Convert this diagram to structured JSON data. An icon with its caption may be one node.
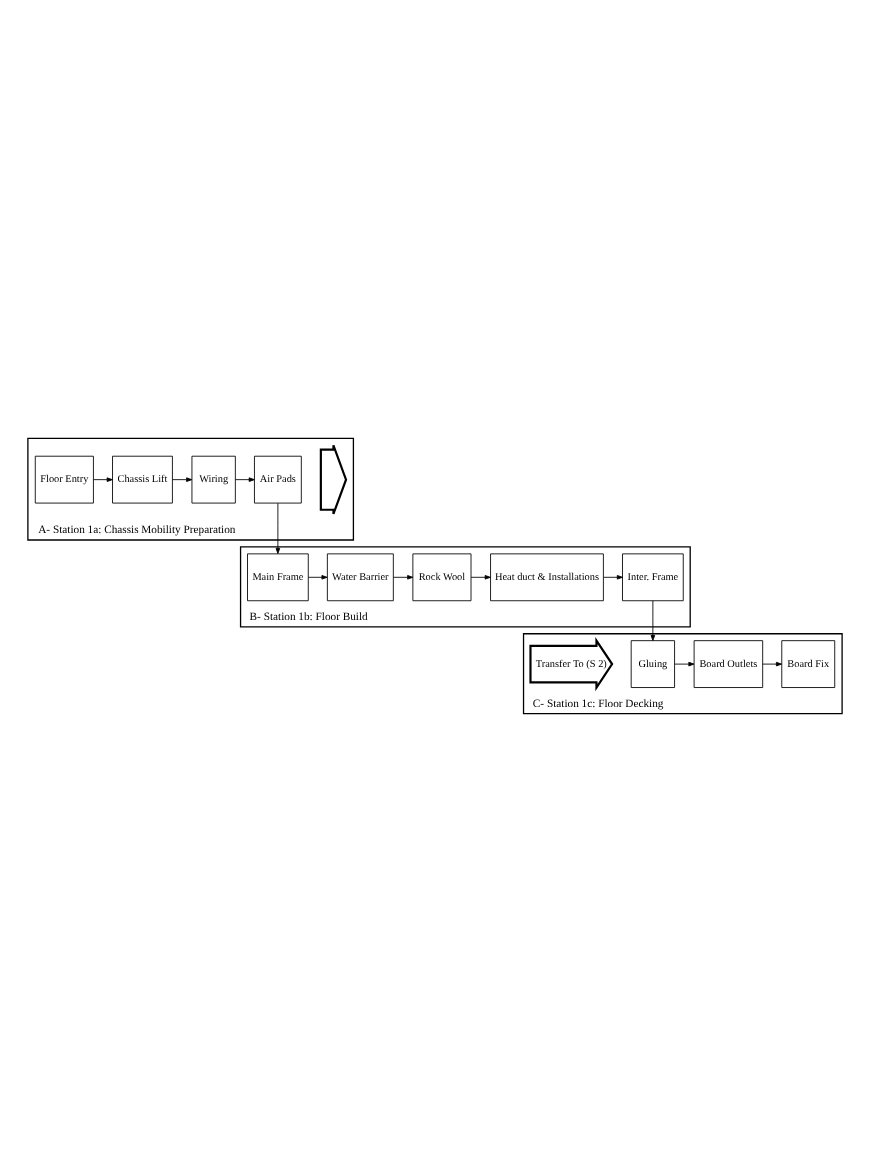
{
  "diagram": {
    "nodes": [
      {
        "text": [
          "A- Station 1a: Chassis Mobility Preparation"
        ]
      },
      {
        "text": [],
        "shape": "arrow",
        "in": 0
      },
      {
        "text": [
          "Floor Entry"
        ],
        "in": 0
      },
      {
        "text": [
          "Chassis Lift"
        ],
        "in": 0
      },
      {
        "text": [
          "Wiring"
        ],
        "in": 0
      },
      {
        "text": [
          "Air Pads"
        ],
        "in": 0
      },
      {
        "text": [
          "B- Station 1b: Floor Build"
        ]
      },
      {
        "text": [
          "Main Frame"
        ],
        "in": 6
      },
      {
        "text": [
          "Water Barrier"
        ],
        "in": 6
      },
      {
        "text": [
          "Rock Wool"
        ],
        "in": 6
      },
      {
        "text": [
          "Heat duct & Installations"
        ],
        "in": 6
      },
      {
        "text": [
          "Inter. Frame"
        ],
        "in": 6
      },
      {
        "text": [
          "C- Station 1c: Floor Decking"
        ]
      },
      {
        "text": [
          "Gluing"
        ],
        "in": 12
      },
      {
        "text": [
          "Board Outlets"
        ],
        "in": 12
      },
      {
        "text": [
          "Board Fix"
        ],
        "in": 12
      },
      {
        "text": [
          "Transfer To (S 2)"
        ],
        "in": 12
      }
    ],
    "edges": [
      {
        "from": 2,
        "to": 3,
        "arrow": "to"
      },
      {
        "from": 3,
        "to": 4,
        "arrow": "to"
      },
      {
        "from": 4,
        "to": 5,
        "arrow": "to"
      },
      {
        "from": 5,
        "to": 7,
        "arrow": "to"
      },
      {
        "from": 7,
        "to": 8,
        "arrow": "to"
      },
      {
        "from": 8,
        "to": 9,
        "arrow": "to"
      },
      {
        "from": 9,
        "to": 10,
        "arrow": "to"
      },
      {
        "from": 10,
        "to": 11,
        "arrow": "to"
      },
      {
        "from": 11,
        "to": 13,
        "arrow": "to"
      },
      {
        "from": 13,
        "to": 14,
        "arrow": "to"
      },
      {
        "from": 14,
        "to": 15,
        "arrow": "to"
      }
    ]
  }
}
